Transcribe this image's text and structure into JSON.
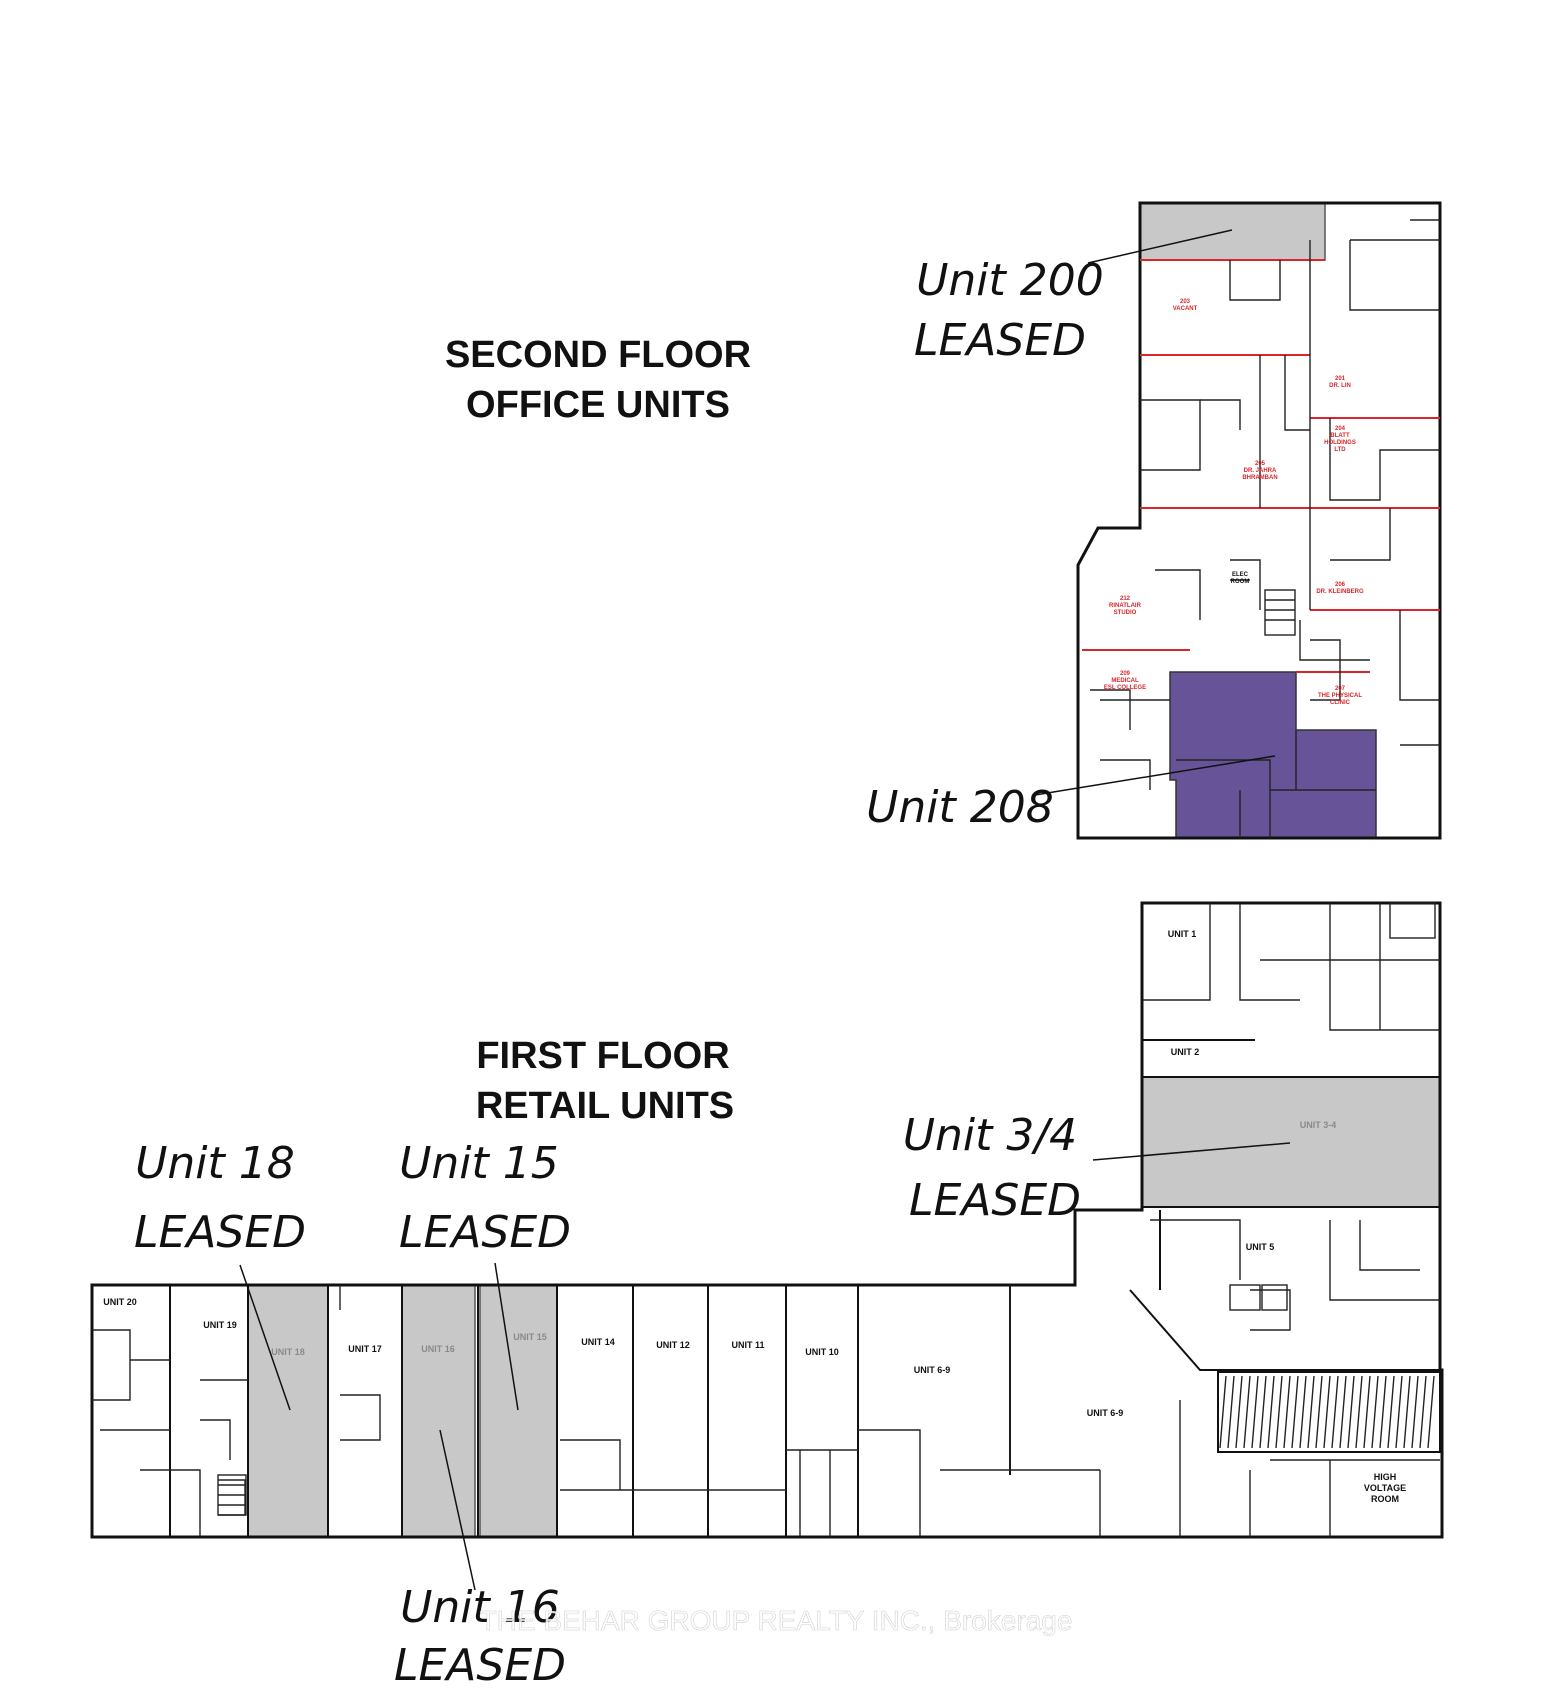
{
  "second_floor": {
    "heading_line1": "SECOND FLOOR",
    "heading_line2": "OFFICE UNITS",
    "callouts": {
      "unit200_name": "Unit 200",
      "unit200_status": "LEASED",
      "unit208_name": "Unit 208"
    },
    "room_labels": {
      "r203": "203",
      "r203_sub": "VACANT",
      "r201": "201",
      "r201_sub": "DR. LIN",
      "r204": "204",
      "r204_sub1": "BLATT",
      "r204_sub2": "HOLDINGS",
      "r204_sub3": "LTD",
      "r205": "205",
      "r205_sub1": "DR. JAHRA",
      "r205_sub2": "BHRAMBAN",
      "r206": "206",
      "r206_sub": "DR. KLEINBERG",
      "r212": "212",
      "r212_sub1": "RINATLAIR",
      "r212_sub2": "STUDIO",
      "r209": "209",
      "r209_sub1": "MEDICAL",
      "r209_sub2": "ESL COLLEGE",
      "r207": "207",
      "r207_sub1": "THE PHYSICAL",
      "r207_sub2": "CLINIC",
      "elec1": "ELEC",
      "elec2": "ROOM"
    }
  },
  "first_floor": {
    "heading_line1": "FIRST FLOOR",
    "heading_line2": "RETAIL UNITS",
    "callouts": {
      "unit18_name": "Unit 18",
      "unit18_status": "LEASED",
      "unit15_name": "Unit 15",
      "unit15_status": "LEASED",
      "unit34_name": "Unit 3/4",
      "unit34_status": "LEASED",
      "unit16_name": "Unit 16",
      "unit16_status": "LEASED"
    },
    "unit_labels": {
      "u1": "UNIT 1",
      "u2": "UNIT 2",
      "u34": "UNIT 3-4",
      "u5": "UNIT 5",
      "u20": "UNIT 20",
      "u19": "UNIT 19",
      "u18": "UNIT 18",
      "u17": "UNIT 17",
      "u16": "UNIT 16",
      "u15": "UNIT 15",
      "u14": "UNIT 14",
      "u12": "UNIT 12",
      "u11": "UNIT 11",
      "u10": "UNIT 10",
      "u69a": "UNIT 6-9",
      "u69b": "UNIT 6-9",
      "hv1": "HIGH",
      "hv2": "VOLTAGE",
      "hv3": "ROOM"
    }
  },
  "watermark": "THE BEHAR GROUP REALTY INC., Brokerage",
  "colors": {
    "leased_gray": "#c8c8c8",
    "unit208_purple": "#675498",
    "tenant_lines_red": "#d9262a"
  }
}
